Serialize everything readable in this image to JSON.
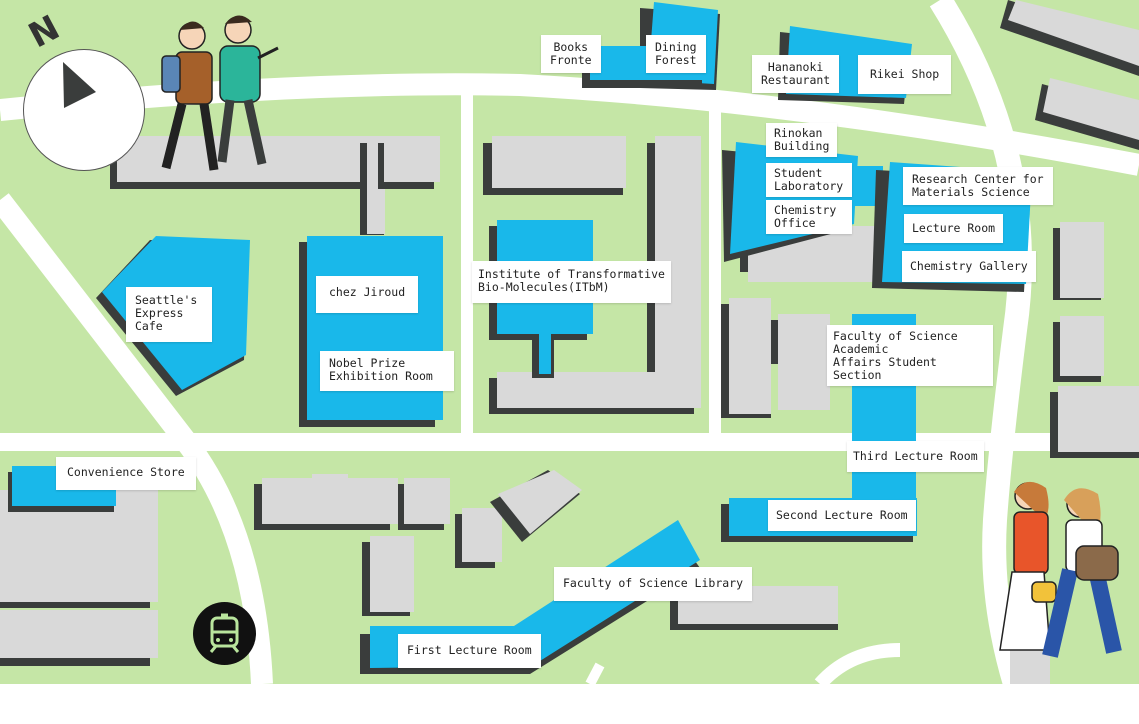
{
  "map": {
    "colors": {
      "grass": "#c5e6a6",
      "road": "#ffffff",
      "building": "#d9d9d9",
      "building_shadow": "#3a3d3c",
      "highlight": "#19b8ea"
    },
    "compass": {
      "letter": "N",
      "icon": "compass-arrow-icon"
    },
    "transit_icon": "train-icon",
    "labels": {
      "books_fronte": "Books\nFronte",
      "dining_forest": "Dining\nForest",
      "hananoki": "Hananoki\nRestaurant",
      "rikei": "Rikei Shop",
      "rinokan": "Rinokan\nBuilding",
      "student_lab": "Student\nLaboratory",
      "chem_office": "Chemistry\nOffice",
      "research_center": "Research Center for\nMaterials Science",
      "lecture_room": "Lecture Room",
      "chem_gallery": "Chemistry Gallery",
      "seattle": "Seattle's\nExpress Cafe",
      "chez": "chez Jiroud",
      "nobel": "Nobel Prize\nExhibition Room",
      "itbm": "Institute of Transformative\nBio-Molecules(ITbM)",
      "fos_academic": "Faculty of Science Academic\nAffairs Student Section",
      "third_lecture": "Third Lecture Room",
      "second_lecture": "Second Lecture Room",
      "convenience": "Convenience Store",
      "library": "Faculty of Science Library",
      "first_lecture": "First Lecture Room"
    }
  }
}
